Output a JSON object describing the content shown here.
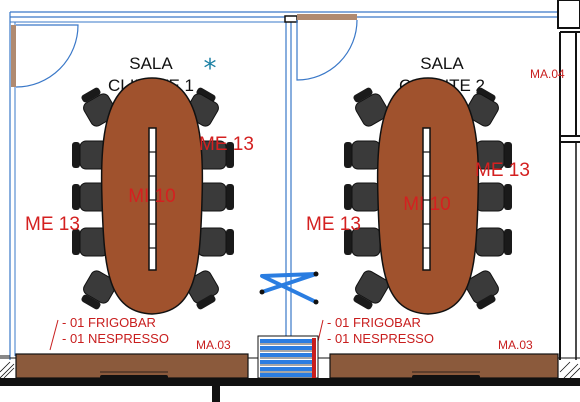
{
  "rooms": [
    {
      "title_line1": "SALA",
      "title_line2": "CLIENTE 1",
      "table_code": "MI 10",
      "chair_code_left": "ME 13",
      "chair_code_right": "ME 13",
      "note_line1": "- 01 FRIGOBAR",
      "note_line2": "- 01 NESPRESSO",
      "cabinet_code": "MA.03",
      "marker_symbol": "*"
    },
    {
      "title_line1": "SALA",
      "title_line2": "CLIENTE 2",
      "table_code": "MI 10",
      "chair_code_left": "ME 13",
      "chair_code_right": "ME 13",
      "note_line1": "- 01 FRIGOBAR",
      "note_line2": "- 01 NESPRESSO",
      "cabinet_code": "MA.03"
    }
  ],
  "external_code": "MA.04",
  "colors": {
    "wall": "#111111",
    "glass_wall": "#3a78c8",
    "table_fill": "#a0522d",
    "chair_fill": "#3a3a3a",
    "cabinet_fill": "#8b5a3c",
    "label_red": "#d42020",
    "marker_teal": "#1a7fa3",
    "door_leaf": "#b08a70"
  }
}
